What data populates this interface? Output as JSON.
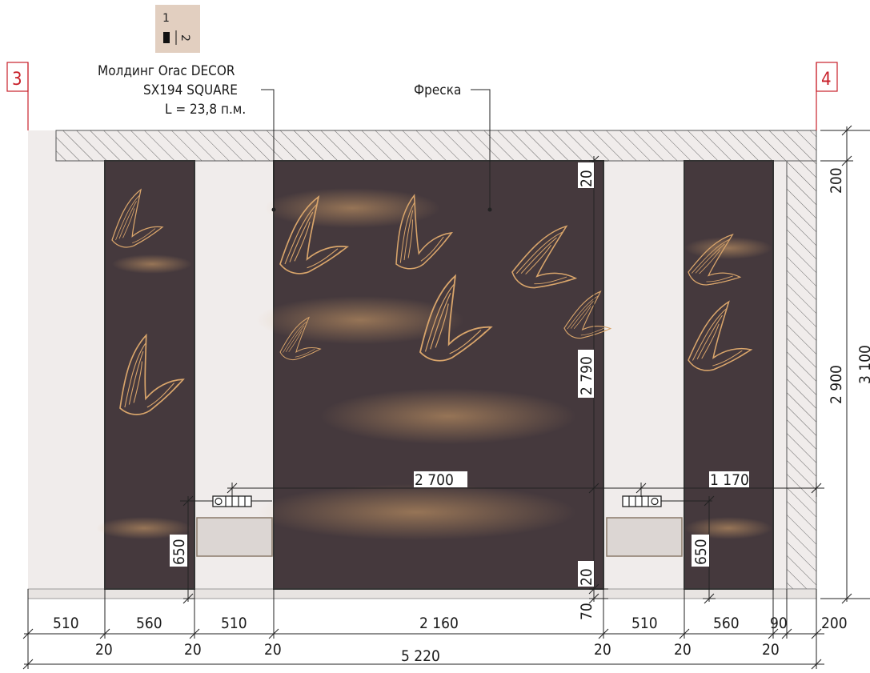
{
  "axes": {
    "left": "3",
    "right": "4"
  },
  "view_marker": {
    "top": "1",
    "bottom": "2"
  },
  "labels": {
    "molding_line1": "Молдинг Orac DECOR",
    "molding_line2": "SX194 SQUARE",
    "molding_line3": "L = 23,8 п.м.",
    "fresco": "Фреска"
  },
  "dims": {
    "d510a": "510",
    "d560a": "560",
    "d510b": "510",
    "d2160": "2 160",
    "d510c": "510",
    "d560b": "560",
    "d90": "90",
    "d200h": "200",
    "g20a": "20",
    "g20b": "20",
    "g20c": "20",
    "g20d": "20",
    "g20e": "20",
    "g20f": "20",
    "total": "5 220",
    "v20top": "20",
    "v2790": "2 790",
    "v20bot": "20",
    "v70": "70",
    "v200": "200",
    "v2900": "2 900",
    "v3100": "3 100",
    "h2700": "2 700",
    "h1170": "1 170",
    "v650a": "650",
    "v650b": "650"
  },
  "colors": {
    "panel": "#45393d",
    "bird": "#d9a56b",
    "wall": "#f0eceb",
    "axis": "#c8202a"
  }
}
